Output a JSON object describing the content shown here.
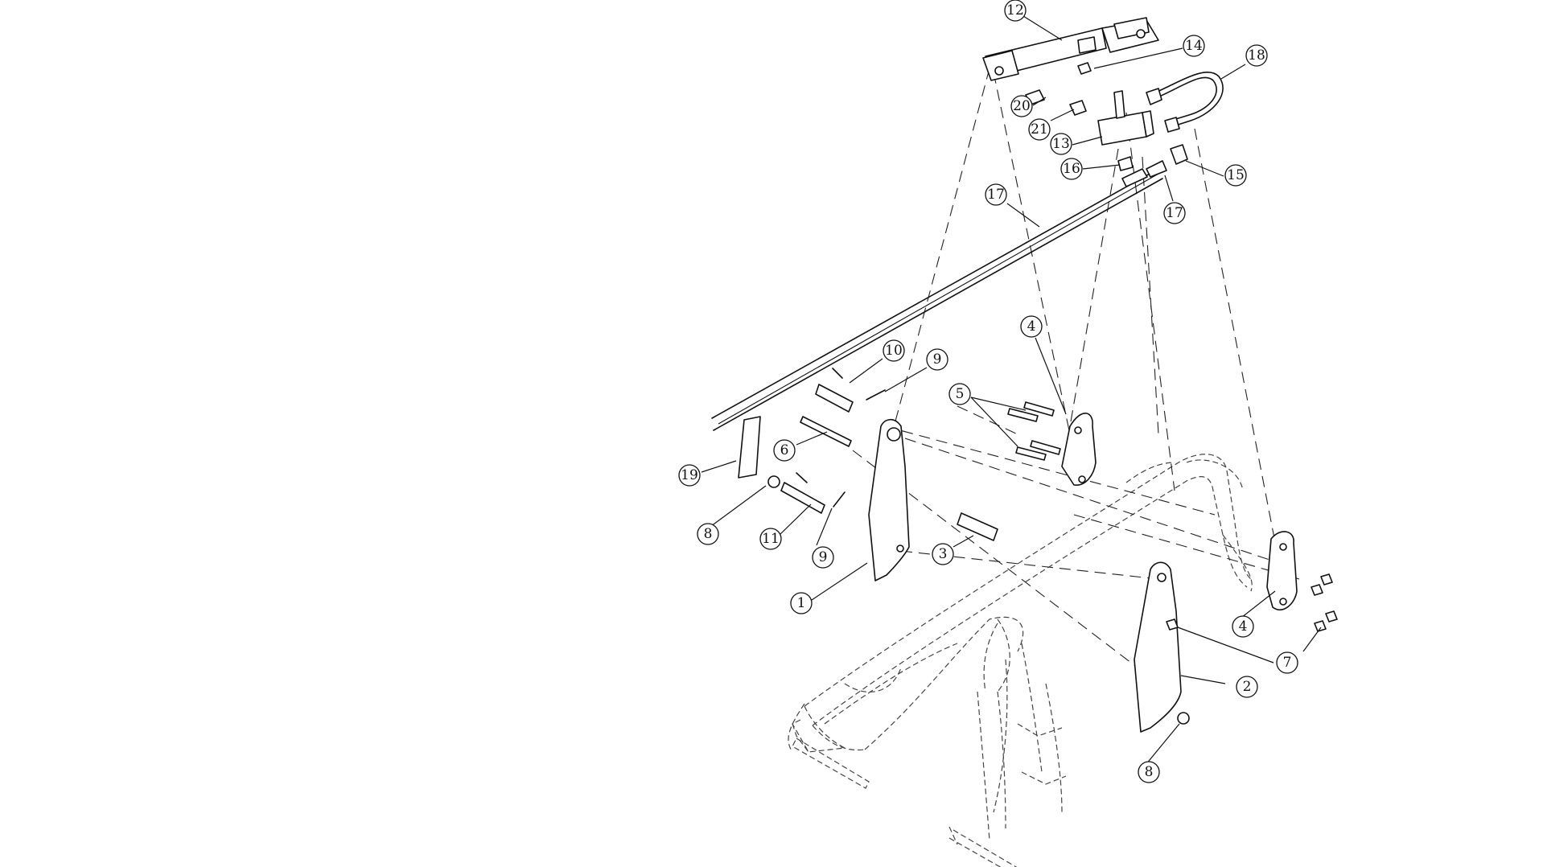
{
  "callouts": [
    {
      "id": "c12",
      "label": "12"
    },
    {
      "id": "c14",
      "label": "14"
    },
    {
      "id": "c18",
      "label": "18"
    },
    {
      "id": "c20",
      "label": "20"
    },
    {
      "id": "c21",
      "label": "21"
    },
    {
      "id": "c13",
      "label": "13"
    },
    {
      "id": "c16",
      "label": "16"
    },
    {
      "id": "c15",
      "label": "15"
    },
    {
      "id": "c17a",
      "label": "17"
    },
    {
      "id": "c17b",
      "label": "17"
    },
    {
      "id": "c4a",
      "label": "4"
    },
    {
      "id": "c10",
      "label": "10"
    },
    {
      "id": "c9a",
      "label": "9"
    },
    {
      "id": "c5",
      "label": "5"
    },
    {
      "id": "c6",
      "label": "6"
    },
    {
      "id": "c19",
      "label": "19"
    },
    {
      "id": "c8a",
      "label": "8"
    },
    {
      "id": "c11",
      "label": "11"
    },
    {
      "id": "c9b",
      "label": "9"
    },
    {
      "id": "c3",
      "label": "3"
    },
    {
      "id": "c1",
      "label": "1"
    },
    {
      "id": "c4b",
      "label": "4"
    },
    {
      "id": "c7",
      "label": "7"
    },
    {
      "id": "c2",
      "label": "2"
    },
    {
      "id": "c8b",
      "label": "8"
    }
  ]
}
